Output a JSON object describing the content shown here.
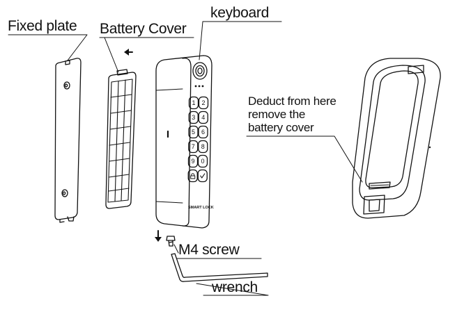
{
  "labels": {
    "keyboard": "keyboard",
    "fixed_plate": "Fixed plate",
    "battery_cover": "Battery Cover",
    "m4_screw": "M4 screw",
    "wrench": "wrench",
    "deduct_line1": "Deduct from here",
    "deduct_line2": "remove the",
    "deduct_line3": "battery cover"
  },
  "device": {
    "brand": "SMART LOCK",
    "keys": [
      "1",
      "2",
      "3",
      "4",
      "5",
      "6",
      "7",
      "8",
      "9",
      "0"
    ]
  },
  "colors": {
    "line": "#111111",
    "background": "#ffffff"
  }
}
